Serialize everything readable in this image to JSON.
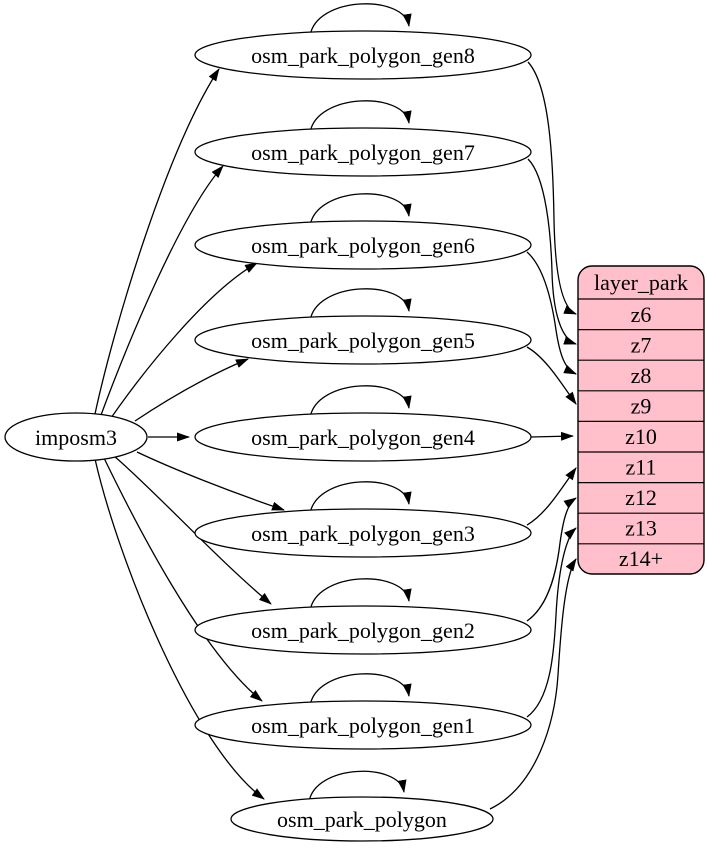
{
  "diagram": {
    "kind": "dependency-graph",
    "source": {
      "label": "imposm3"
    },
    "generalized_tables": [
      {
        "label": "osm_park_polygon_gen8"
      },
      {
        "label": "osm_park_polygon_gen7"
      },
      {
        "label": "osm_park_polygon_gen6"
      },
      {
        "label": "osm_park_polygon_gen5"
      },
      {
        "label": "osm_park_polygon_gen4"
      },
      {
        "label": "osm_park_polygon_gen3"
      },
      {
        "label": "osm_park_polygon_gen2"
      },
      {
        "label": "osm_park_polygon_gen1"
      },
      {
        "label": "osm_park_polygon"
      }
    ],
    "layer_table": {
      "header": "layer_park",
      "rows": [
        "z6",
        "z7",
        "z8",
        "z9",
        "z10",
        "z11",
        "z12",
        "z13",
        "z14+"
      ]
    },
    "edges": {
      "from_source_to": [
        "osm_park_polygon_gen8",
        "osm_park_polygon_gen7",
        "osm_park_polygon_gen6",
        "osm_park_polygon_gen5",
        "osm_park_polygon_gen4",
        "osm_park_polygon_gen3",
        "osm_park_polygon_gen2",
        "osm_park_polygon_gen1",
        "osm_park_polygon"
      ],
      "self_loops_on": [
        "osm_park_polygon_gen8",
        "osm_park_polygon_gen7",
        "osm_park_polygon_gen6",
        "osm_park_polygon_gen5",
        "osm_park_polygon_gen4",
        "osm_park_polygon_gen3",
        "osm_park_polygon_gen2",
        "osm_park_polygon_gen1",
        "osm_park_polygon"
      ],
      "table_mappings": [
        {
          "from": "osm_park_polygon_gen8",
          "to_row": "z6"
        },
        {
          "from": "osm_park_polygon_gen7",
          "to_row": "z7"
        },
        {
          "from": "osm_park_polygon_gen6",
          "to_row": "z8"
        },
        {
          "from": "osm_park_polygon_gen5",
          "to_row": "z9"
        },
        {
          "from": "osm_park_polygon_gen4",
          "to_row": "z10"
        },
        {
          "from": "osm_park_polygon_gen3",
          "to_row": "z11"
        },
        {
          "from": "osm_park_polygon_gen2",
          "to_row": "z12"
        },
        {
          "from": "osm_park_polygon_gen1",
          "to_row": "z13"
        },
        {
          "from": "osm_park_polygon",
          "to_row": "z14+"
        }
      ]
    },
    "colors": {
      "table_fill": "#ffc0cb",
      "node_fill": "#ffffff",
      "stroke": "#000000"
    }
  }
}
